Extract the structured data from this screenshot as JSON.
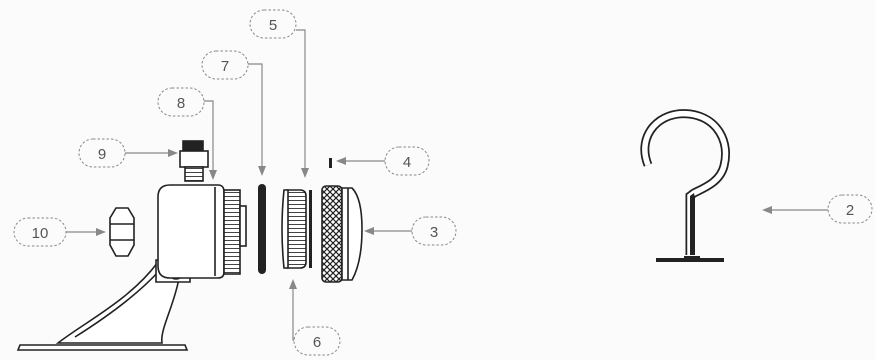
{
  "callouts": [
    {
      "label": "2",
      "part": "hook"
    },
    {
      "label": "3",
      "part": "lens-cap"
    },
    {
      "label": "4",
      "part": "pin"
    },
    {
      "label": "5",
      "part": "thin-shim"
    },
    {
      "label": "6",
      "part": "threaded-ring"
    },
    {
      "label": "7",
      "part": "o-ring"
    },
    {
      "label": "8",
      "part": "housing-thread"
    },
    {
      "label": "9",
      "part": "fitting"
    },
    {
      "label": "10",
      "part": "nut"
    }
  ]
}
